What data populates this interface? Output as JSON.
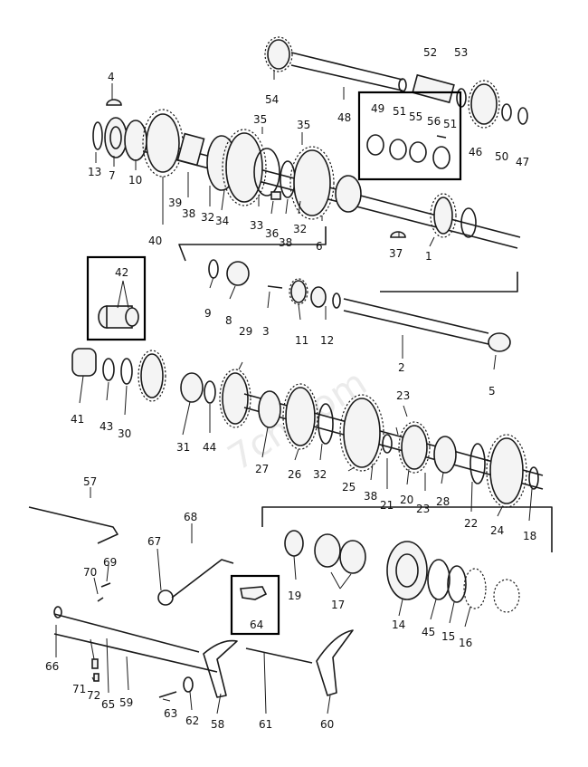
{
  "watermark": "7ch.com",
  "labels": [
    "1",
    "2",
    "3",
    "4",
    "5",
    "6",
    "7",
    "8",
    "9",
    "10",
    "11",
    "12",
    "13",
    "14",
    "15",
    "16",
    "17",
    "18",
    "19",
    "20",
    "21",
    "22",
    "23",
    "24",
    "25",
    "26",
    "27",
    "28",
    "29",
    "30",
    "31",
    "32",
    "33",
    "34",
    "35",
    "36",
    "37",
    "38",
    "39",
    "40",
    "41",
    "42",
    "43",
    "44",
    "45",
    "46",
    "47",
    "48",
    "49",
    "50",
    "51",
    "52",
    "53",
    "54",
    "55",
    "56",
    "57",
    "58",
    "59",
    "60",
    "61",
    "62",
    "63",
    "64",
    "65",
    "66",
    "67",
    "68",
    "69",
    "70",
    "71",
    "72"
  ],
  "icons": {
    "gear": "gear-icon",
    "shaft": "shaft-icon",
    "bearing": "bearing-icon",
    "shift-fork": "shift-fork-icon",
    "circlip": "circlip-icon",
    "key": "woodruff-key-icon"
  }
}
